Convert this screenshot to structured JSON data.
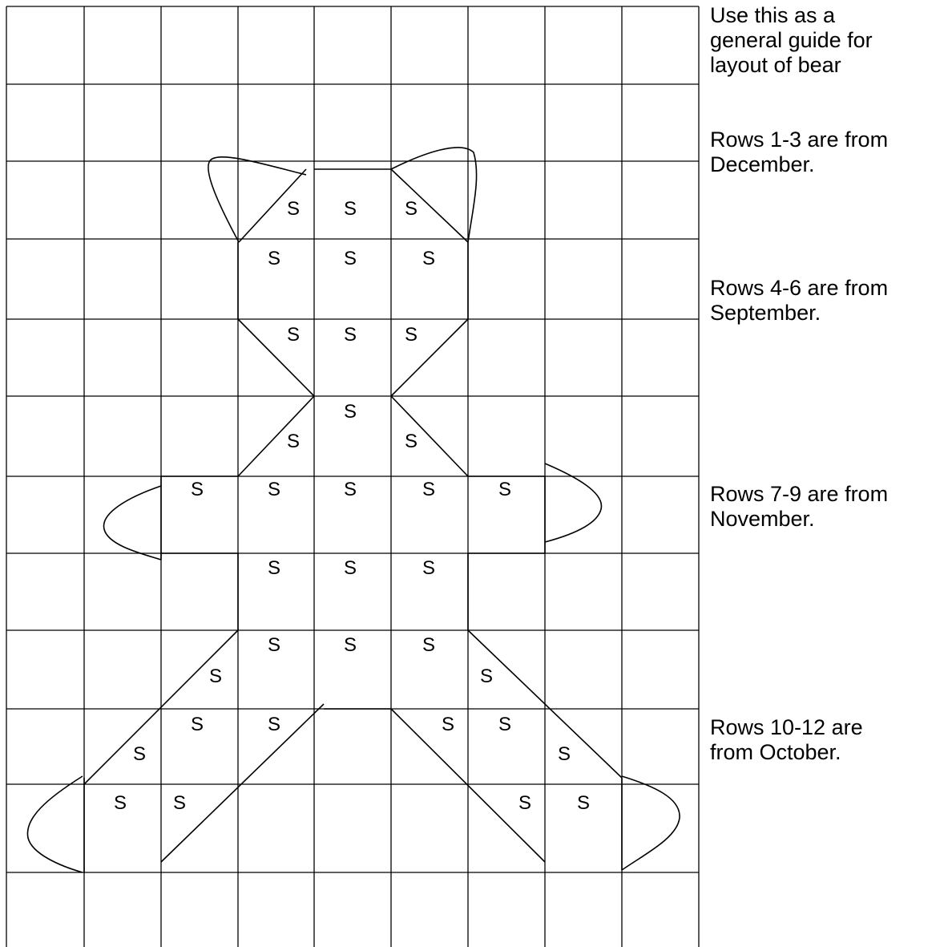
{
  "diagram": {
    "stitch_letter": "S",
    "colors": {
      "line": "#000000",
      "background": "#ffffff"
    }
  },
  "notes": {
    "guide_line1": "Use this as a",
    "guide_line2": "general guide for",
    "guide_line3": "layout of bear",
    "december_line1": "Rows 1-3 are from",
    "december_line2": "December.",
    "september_line1": "Rows 4-6 are from",
    "september_line2": "September.",
    "november_line1": "Rows 7-9 are from",
    "november_line2": "November.",
    "october_line1": "Rows 10-12 are",
    "october_line2": "from October."
  }
}
